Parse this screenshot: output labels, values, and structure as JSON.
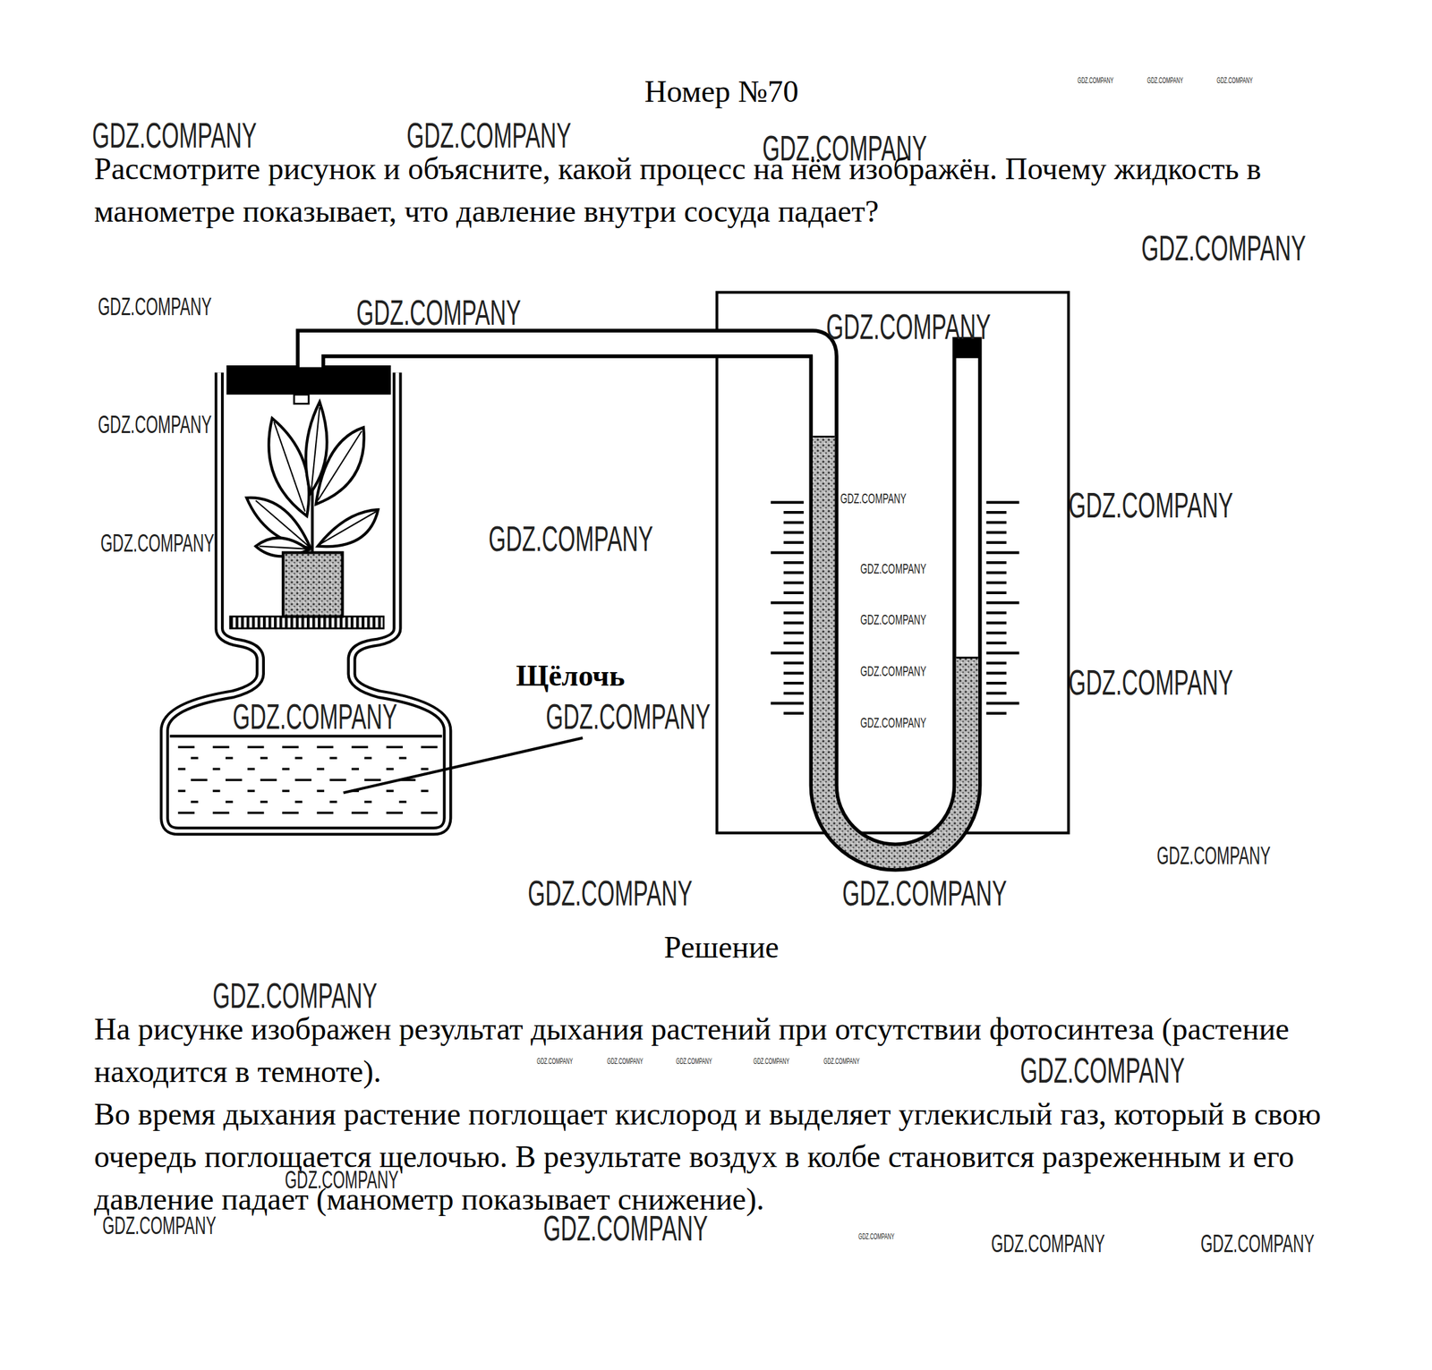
{
  "diagram": {
    "title": "Номер №70",
    "labels": [
      "GDZ.COMPANY",
      "GDZ.COMPANY",
      "GDZ.COMPANY",
      "GDZ.COMPANY",
      "GDZ.COMPANY",
      "GDZ.COMPANY",
      "Рассмотрите рисунок и объясните, какой процесс на нём изображён. Почему жидкость в манометре показывает, что давление внутри сосуда падает?",
      "GDZ.COMPANY",
      "GDZ.COMPANY",
      "GDZ.COMPANY",
      "GDZ.COMPANY",
      "GDZ.COMPANY",
      "GDZ.COMPANY",
      "GDZ.COMPANY",
      "GDZ.COMPANY",
      "GDZ.COMPANY",
      "GDZ.COMPANY",
      "GDZ.COMPANY",
      "GDZ.COMPANY",
      "Щёлочь",
      "GDZ.COMPANY",
      "GDZ.COMPANY",
      "GDZ.COMPANY",
      "GDZ.COMPANY",
      "GDZ.COMPANY",
      "GDZ.COMPANY",
      "GDZ.COMPANY",
      "Решение",
      "GDZ.COMPANY",
      "На рисунке изображен результат дыхания растений при отсутствии фотосинтеза (растение находится в темноте).",
      "GDZ.COMPANY",
      "GDZ.COMPANY",
      "GDZ.COMPANY",
      "GDZ.COMPANY",
      "GDZ.COMPANY",
      "GDZ.COMPANY",
      "Во время дыхания растение поглощает кислород и выделяет углекислый газ, который в свою очередь поглощается щелочью. В результате воздух в колбе становится разреженным и его давление падает (манометр показывает снижение).",
      "GDZ.COMPANY",
      "GDZ.COMPANY",
      "GDZ.COMPANY",
      "GDZ.COMPANY",
      "GDZ.COMPANY",
      "GDZ.COMPANY"
    ]
  }
}
